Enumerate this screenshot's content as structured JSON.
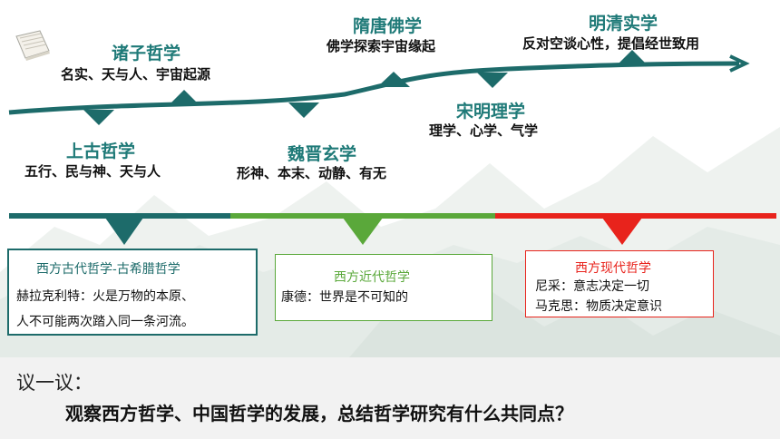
{
  "chinese_timeline": [
    {
      "id": "shanggu",
      "title": "上古哲学",
      "desc": "五行、民与神、天与人"
    },
    {
      "id": "zhuzi",
      "title": "诸子哲学",
      "desc": "名实、天与人、宇宙起源"
    },
    {
      "id": "weijin",
      "title": "魏晋玄学",
      "desc": "形神、本末、动静、有无"
    },
    {
      "id": "suitang",
      "title": "隋唐佛学",
      "desc": "佛学探索宇宙缘起"
    },
    {
      "id": "songming",
      "title": "宋明理学",
      "desc": "理学、心学、气学"
    },
    {
      "id": "mingqing",
      "title": "明清实学",
      "desc": "反对空谈心性，提倡经世致用"
    }
  ],
  "western": {
    "ancient": {
      "title": "西方古代哲学-古希腊哲学",
      "lines": [
        "赫拉克利特：火是万物的本原、",
        "人不可能两次踏入同一条河流。"
      ]
    },
    "modern": {
      "title": "西方近代哲学",
      "lines": [
        "康德：世界是不可知的"
      ]
    },
    "contemporary": {
      "title": "西方现代哲学",
      "lines": [
        "尼采：意志决定一切",
        "马克思：物质决定意识"
      ]
    }
  },
  "discussion": {
    "label": "议一议：",
    "question": "观察西方哲学、中国哲学的发展，总结哲学研究有什么共同点？"
  },
  "colors": {
    "teal": "#1d6b6a",
    "green": "#5aa83a",
    "red": "#e8231c"
  }
}
